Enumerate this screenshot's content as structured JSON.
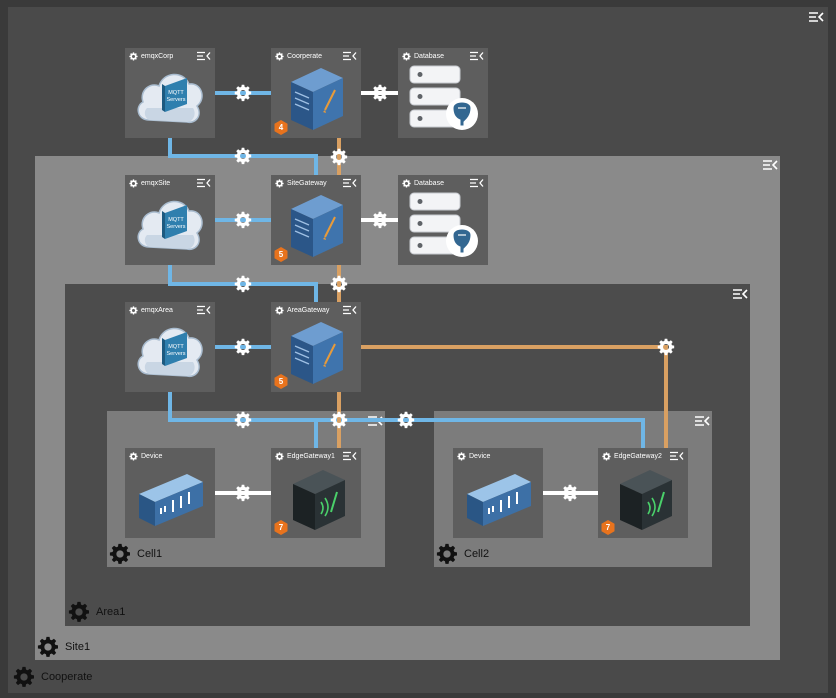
{
  "groups": {
    "cooperate": {
      "label": "Cooperate"
    },
    "site1": {
      "label": "Site1"
    },
    "area1": {
      "label": "Area1"
    },
    "cell1": {
      "label": "Cell1"
    },
    "cell2": {
      "label": "Cell2"
    }
  },
  "nodes": {
    "emqxCorp": {
      "title": "emqxCorp",
      "icon": "mqtt-servers-cloud-icon",
      "icon_text": [
        "MQTT",
        "Servers"
      ]
    },
    "coorperate": {
      "title": "Coorperate",
      "icon": "gateway-server-icon",
      "badge": "4"
    },
    "db_corp": {
      "title": "Database",
      "icon": "database-icon"
    },
    "emqxSite": {
      "title": "emqxSite",
      "icon": "mqtt-servers-cloud-icon",
      "icon_text": [
        "MQTT",
        "Servers"
      ]
    },
    "siteGateway": {
      "title": "SiteGateway",
      "icon": "gateway-server-icon",
      "badge": "5"
    },
    "db_site": {
      "title": "Database",
      "icon": "database-icon"
    },
    "emqxArea": {
      "title": "emqxArea",
      "icon": "mqtt-servers-cloud-icon",
      "icon_text": [
        "MQTT",
        "Servers"
      ]
    },
    "areaGateway": {
      "title": "AreaGateway",
      "icon": "gateway-server-icon",
      "badge": "5"
    },
    "device1": {
      "title": "Device",
      "icon": "device-icon"
    },
    "edgeGateway1": {
      "title": "EdgeGateway1",
      "icon": "edge-gateway-icon",
      "badge": "7"
    },
    "device2": {
      "title": "Device",
      "icon": "device-icon"
    },
    "edgeGateway2": {
      "title": "EdgeGateway2",
      "icon": "edge-gateway-icon",
      "badge": "7"
    }
  },
  "colors": {
    "mqtt_wire": "#6fb6e6",
    "gateway_wire": "#d9a062",
    "data_wire": "#ffffff",
    "badge": "#e8731d",
    "group_cooperate": "#4a4a4a",
    "group_site": "#8a8a8a",
    "group_area": "#4c4c4c",
    "group_cell": "#7c7c7c"
  }
}
